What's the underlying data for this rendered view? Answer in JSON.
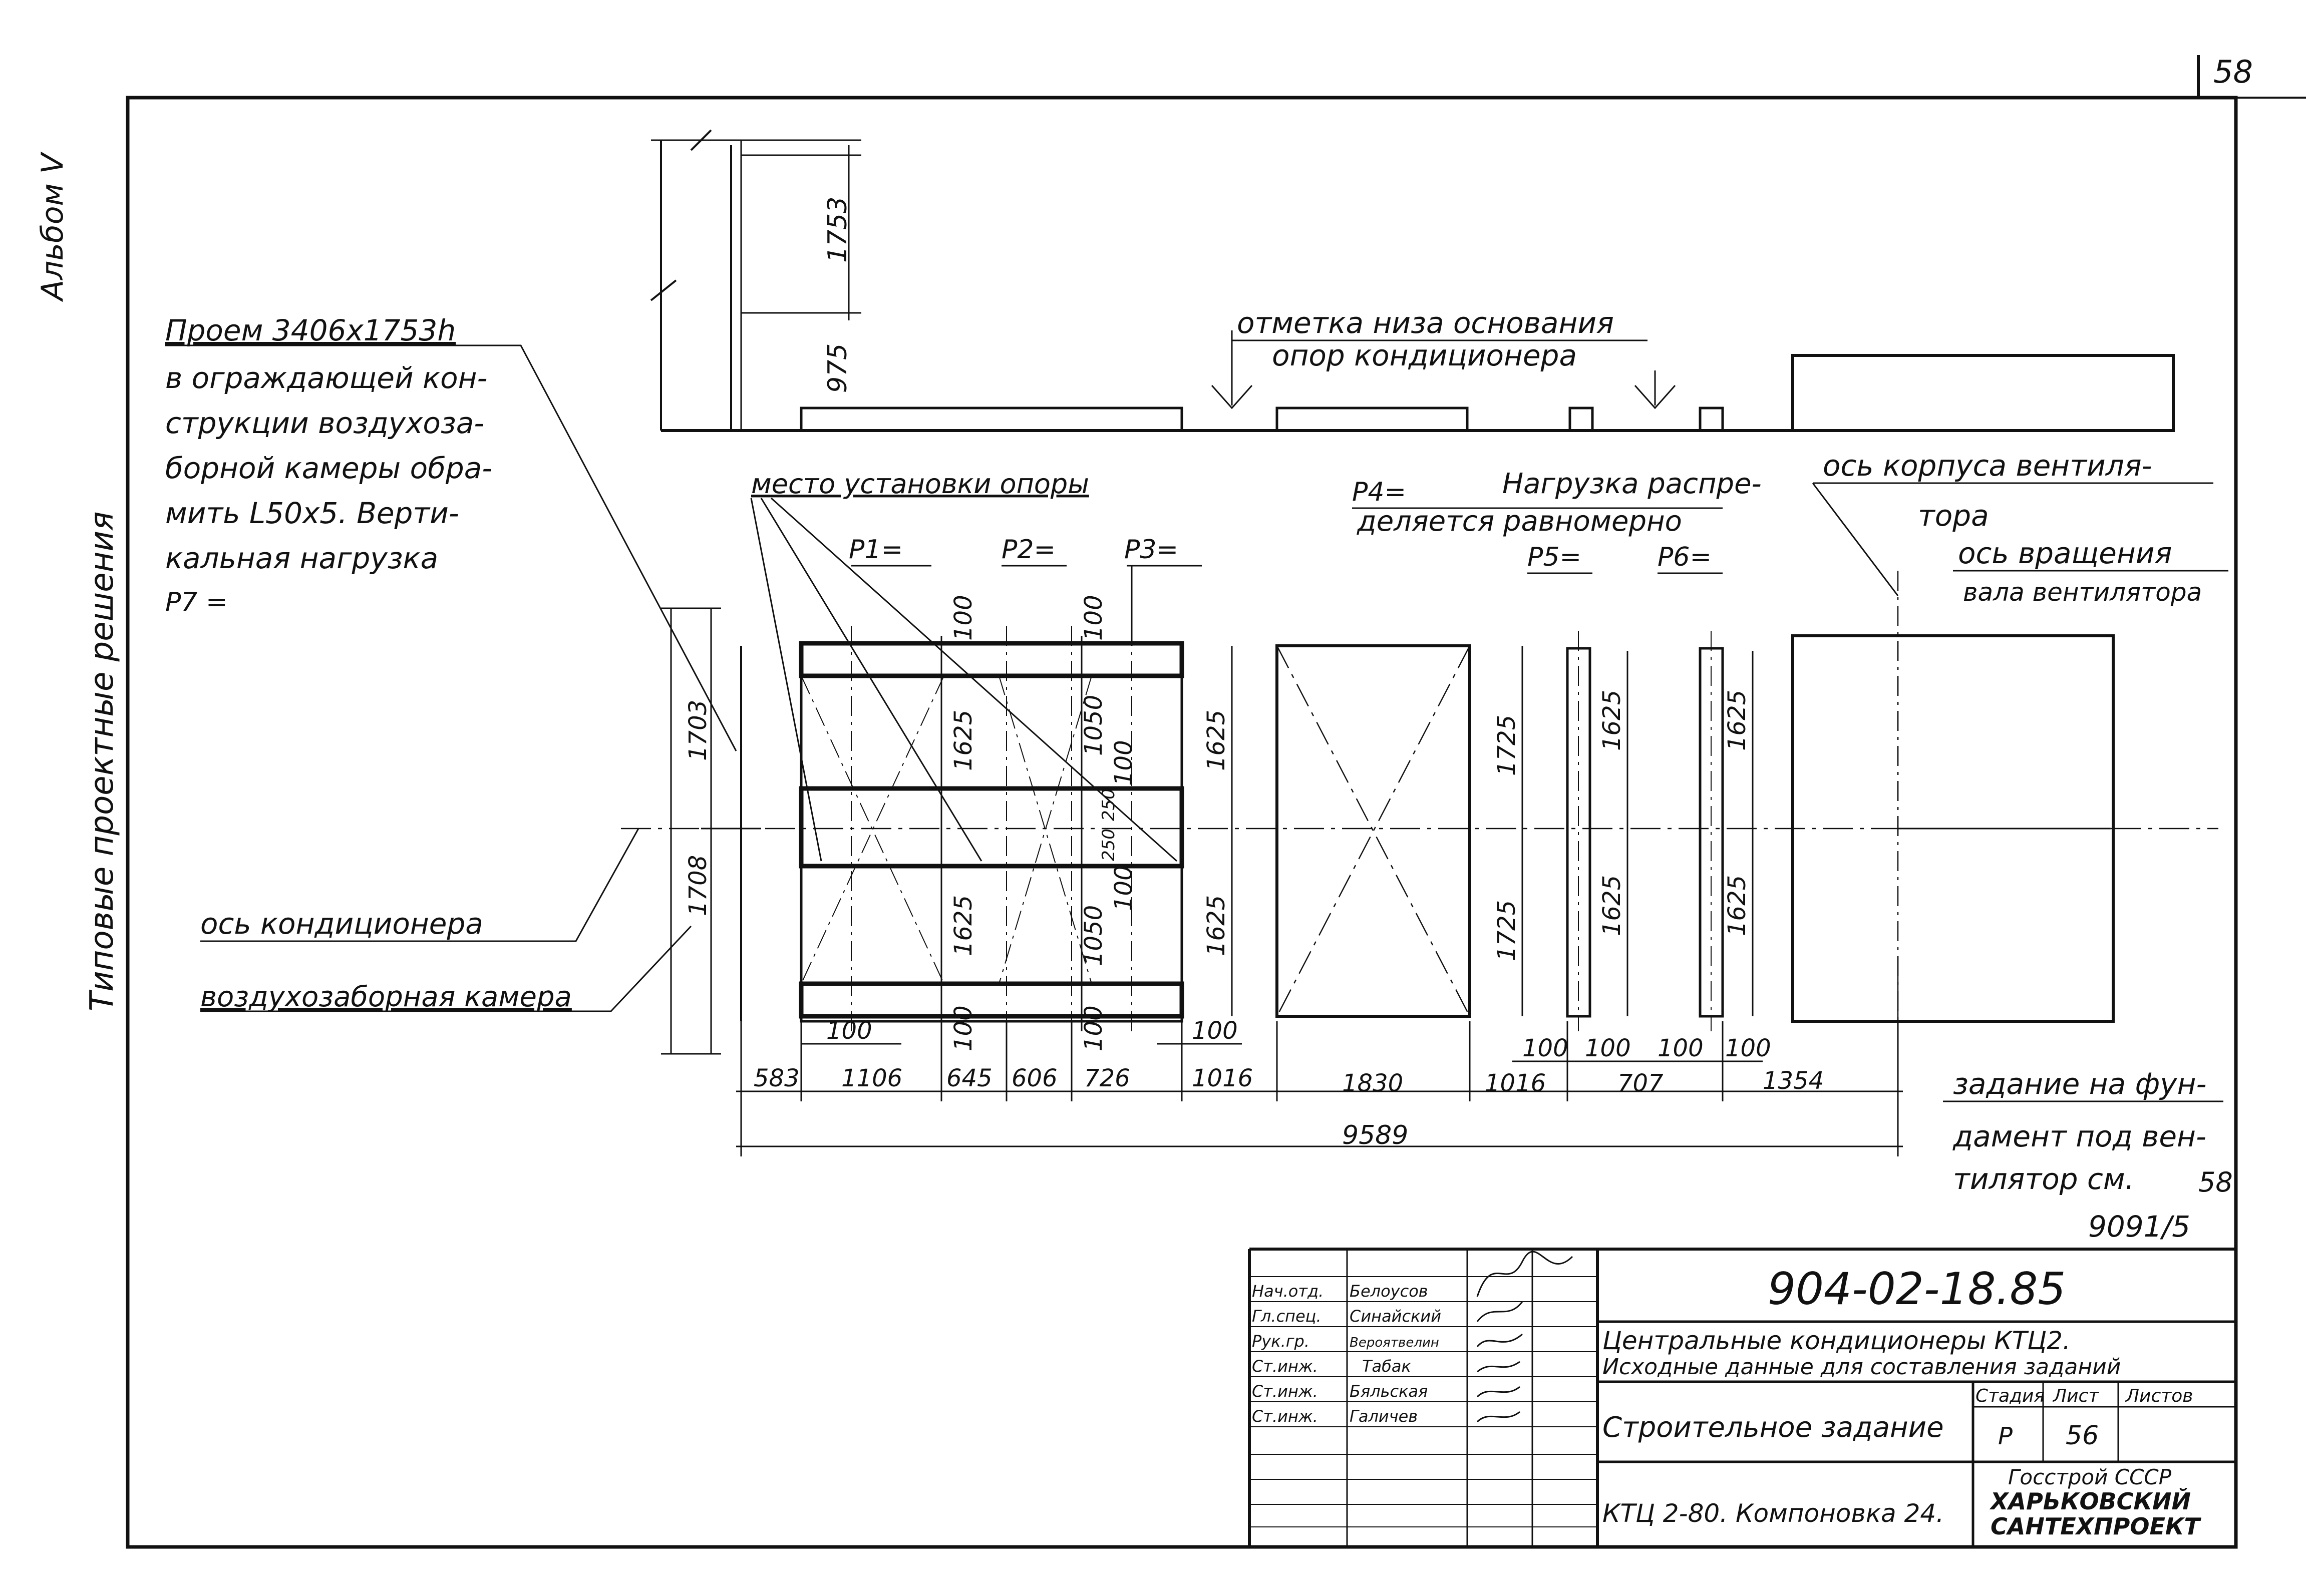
{
  "page_number": "58",
  "side_album": "Альбом V",
  "side_series": "Типовые проектные решения",
  "notes": {
    "opening_title": "Проем 3406х1753h",
    "opening_text": [
      "в ограждающей кон-",
      "струкции воздухоза-",
      "борной камеры обра-",
      "мить L50х5. Верти-",
      "кальная нагрузка",
      "P7 ="
    ],
    "support_base": [
      "отметка низа основания",
      "опор кондиционера"
    ],
    "support_place": "место установки опоры",
    "p4_load": [
      "Нагрузка распре-",
      "деляется равномерно"
    ],
    "fan_body_axis": [
      "ось корпуса вентиля-",
      "тора"
    ],
    "rotation_axis": [
      "ось вращения",
      "вала вентилятора"
    ],
    "conditioner_axis": "ось кондиционера",
    "intake_chamber": "воздухозаборная камера",
    "foundation": [
      "задание на фун-",
      "дамент под вен-",
      "тилятор см.",
      "9091/5"
    ],
    "foundation_ref": "58"
  },
  "load_labels": [
    "P1=",
    "P2=",
    "P3=",
    "P4=",
    "P5=",
    "P6="
  ],
  "elev_dims": [
    "1753",
    "975"
  ],
  "plan_dims": {
    "left": [
      "1703",
      "1708"
    ],
    "p1": [
      "100",
      "1625",
      "1625",
      "100"
    ],
    "p2": [
      "100",
      "1050",
      "100",
      "250",
      "250",
      "100",
      "1050",
      "100"
    ],
    "p3": [
      "1625",
      "1625"
    ],
    "p4": [
      "1725",
      "1725"
    ],
    "p5": [
      "1625",
      "1625"
    ],
    "p6": [
      "1625",
      "1625"
    ],
    "bottom_small": [
      "100",
      "100",
      "100",
      "100",
      "100",
      "100"
    ],
    "bottom_row": [
      "583",
      "1106",
      "645",
      "606",
      "726",
      "1016",
      "1830",
      "1016",
      "707",
      "1354"
    ],
    "total": "9589"
  },
  "title_block": {
    "code": "904-02-18.85",
    "roles": [
      "Нач.отд.",
      "Гл.спец.",
      "Рук.гр.",
      "Ст.инж.",
      "Ст.инж.",
      "Ст.инж."
    ],
    "names": [
      "Белоусов",
      "Синайский",
      "Вероятвелин",
      "Табак",
      "Бяльская",
      "Галичев"
    ],
    "project": [
      "Центральные кондиционеры КТЦ2.",
      "Исходные данные для составления заданий"
    ],
    "sheet_title": "Строительное задание",
    "stage_label": "Стадия",
    "sheet_label": "Лист",
    "sheets_label": "Листов",
    "stage": "Р",
    "sheet": "56",
    "layout": "КТЦ 2-80. Компоновка 24.",
    "org": [
      "Госстрой СССР",
      "ХАРЬКОВСКИЙ",
      "САНТЕХПРОЕКТ"
    ]
  }
}
